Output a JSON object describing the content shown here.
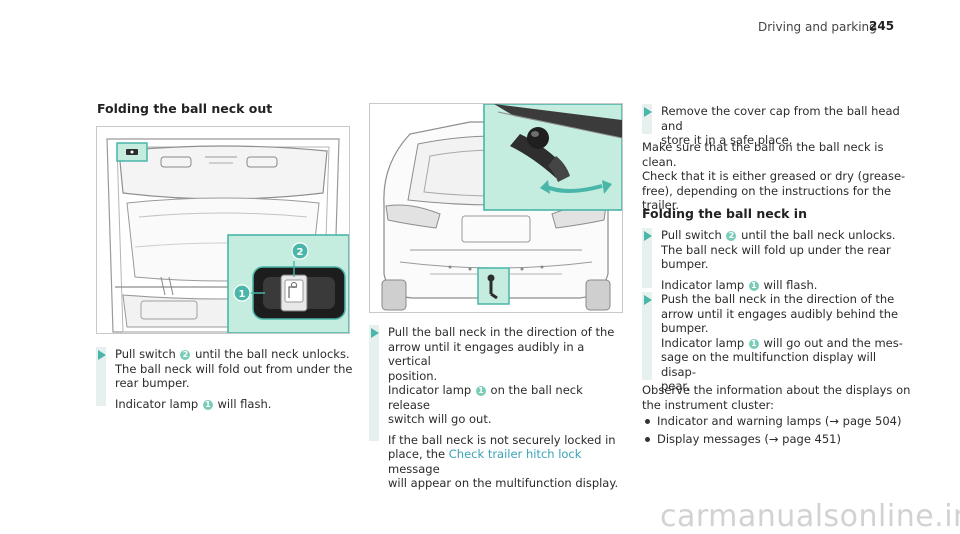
{
  "header": {
    "section": "Driving and parking",
    "page_number": "245"
  },
  "col1": {
    "heading": "Folding the ball neck out",
    "step1": {
      "line1a": "Pull switch ",
      "line1_marker": "2",
      "line1b": " until the ball neck unlocks.",
      "line2": "The ball neck will fold out from under the",
      "line3": "rear bumper.",
      "line4a": "Indicator lamp ",
      "line4_marker": "1",
      "line4b": " will flash."
    }
  },
  "figure1": {
    "callout_1": "1",
    "callout_2": "2"
  },
  "col2": {
    "step": {
      "l1": "Pull the ball neck in the direction of the",
      "l2": "arrow until it engages audibly in a vertical",
      "l3": "position.",
      "l4a": "Indicator lamp ",
      "l4_marker": "1",
      "l4b": " on the ball neck release",
      "l5": "switch will go out.",
      "l6": "If the ball neck is not securely locked in",
      "l7a": "place, the ",
      "l7_link": "Check trailer hitch lock",
      "l7b": " message",
      "l8": "will appear on the multifunction display."
    }
  },
  "col3": {
    "step1": {
      "l1": "Remove the cover cap from the ball head and",
      "l2": "store it in a safe place."
    },
    "para1": {
      "l1": "Make sure that the ball on the ball neck is clean.",
      "l2": "Check that it is either greased or dry (grease-",
      "l3": "free), depending on the instructions for the",
      "l4": "trailer."
    },
    "heading": "Folding the ball neck in",
    "step2": {
      "l1a": "Pull switch ",
      "l1_marker": "2",
      "l1b": " until the ball neck unlocks.",
      "l2": "The ball neck will fold up under the rear",
      "l3": "bumper.",
      "l4a": "Indicator lamp ",
      "l4_marker": "1",
      "l4b": " will flash."
    },
    "step3": {
      "l1": "Push the ball neck in the direction of the",
      "l2": "arrow until it engages audibly behind the",
      "l3": "bumper.",
      "l4a": "Indicator lamp ",
      "l4_marker": "1",
      "l4b": " will go out and the mes-",
      "l5": "sage on the multifunction display will disap-",
      "l6": "pear."
    },
    "para2": {
      "l1": "Observe the information about the displays on",
      "l2": "the instrument cluster:"
    },
    "bullets": [
      {
        "a": "Indicator and warning lamps (",
        "arrow": "→",
        "b": " page 504)"
      },
      {
        "a": "Display messages (",
        "arrow": "→",
        "b": " page 451)"
      }
    ]
  },
  "watermark": "carmanualsonline.info",
  "colors": {
    "accent": "#4ab5a9",
    "highlight": "#c4ecdf",
    "link": "#3aa3b8"
  }
}
